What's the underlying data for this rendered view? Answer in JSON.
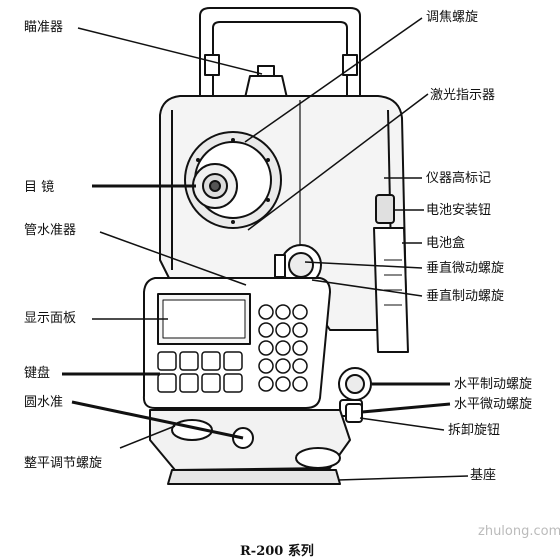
{
  "caption": "R-200 系列",
  "watermark": "zhulong.com",
  "labels_left": [
    "瞄准器",
    "目  镜",
    "管水准器",
    "显示面板",
    "键盘",
    "圆水准",
    "整平调节螺旋"
  ],
  "labels_right": [
    "调焦螺旋",
    "激光指示器",
    "仪器高标记",
    "电池安装钮",
    "电池盒",
    "垂直微动螺旋",
    "垂直制动螺旋",
    "水平制动螺旋",
    "水平微动螺旋",
    "拆卸旋钮",
    "基座"
  ]
}
